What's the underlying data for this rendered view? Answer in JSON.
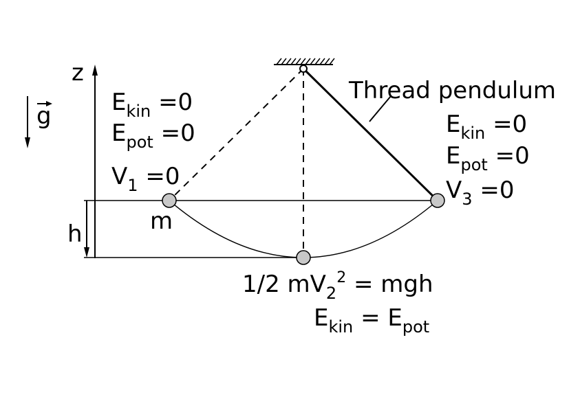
{
  "labels": {
    "z_axis": "z",
    "gravity": "g",
    "height": "h",
    "mass": "m",
    "thread_pendulum": "Thread pendulum"
  },
  "left_state": {
    "e_kin": {
      "base": "E",
      "sub": "kin",
      "rest": " =0"
    },
    "e_pot": {
      "base": "E",
      "sub": "pot",
      "rest": " =0"
    },
    "v1": {
      "base": "V",
      "sub": "1",
      "rest": " =0"
    }
  },
  "right_state": {
    "e_kin": {
      "base": "E",
      "sub": "kin",
      "rest": " =0"
    },
    "e_pot": {
      "base": "E",
      "sub": "pot",
      "rest": " =0"
    },
    "v3": {
      "base": "V",
      "sub": "3",
      "rest": " =0"
    }
  },
  "bottom_equation": {
    "line1": {
      "prefix": "1/2 mV",
      "sub": "2",
      "sup": "2",
      "suffix": " = mgh"
    },
    "line2": {
      "base1": "E",
      "sub1": "kin",
      "mid": " = E",
      "sub2": "pot"
    }
  },
  "colors": {
    "ink": "#000000",
    "bob_fill": "#c8c8c8",
    "background": "#ffffff"
  }
}
